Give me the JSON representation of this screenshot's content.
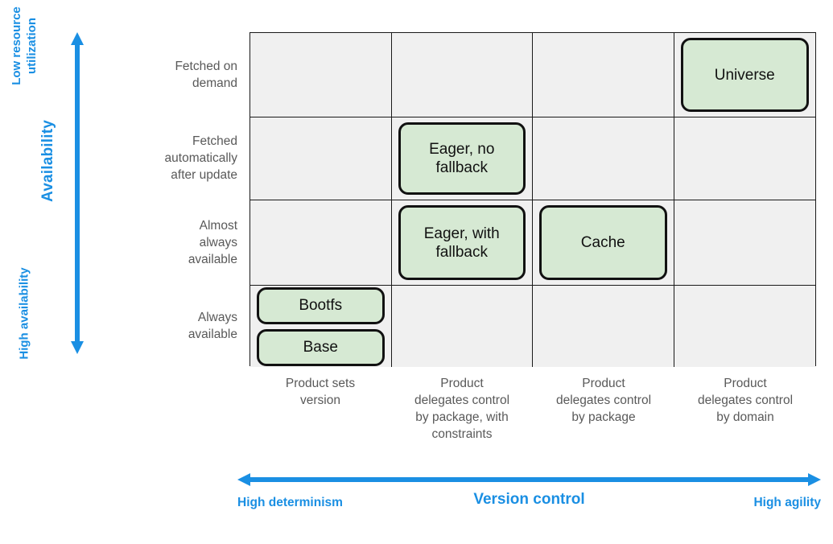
{
  "colors": {
    "accent_blue": "#1a8fe3",
    "node_fill": "#d6e9d3",
    "node_border": "#111111",
    "cell_fill": "#f0f0f0",
    "grid_border": "#1a1a1a",
    "label_gray": "#595959"
  },
  "y_axis": {
    "title": "Availability",
    "top_label_line1": "Low resource",
    "top_label_line2": "utilization",
    "bottom_label_line1": "High",
    "bottom_label_line2": "availability",
    "arrow": "double-headed-vertical-arrow"
  },
  "x_axis": {
    "title": "Version control",
    "left_label": "High determinism",
    "right_label": "High agility",
    "arrow": "double-headed-horizontal-arrow"
  },
  "rows": [
    {
      "line1": "Fetched on",
      "line2": "demand",
      "line3": ""
    },
    {
      "line1": "Fetched",
      "line2": "automatically",
      "line3": "after update"
    },
    {
      "line1": "Almost",
      "line2": "always",
      "line3": "available"
    },
    {
      "line1": "Always",
      "line2": "available",
      "line3": ""
    }
  ],
  "columns": [
    {
      "line1": "Product sets",
      "line2": "version",
      "line3": "",
      "line4": ""
    },
    {
      "line1": "Product",
      "line2": "delegates control",
      "line3": "by package, with",
      "line4": "constraints"
    },
    {
      "line1": "Product",
      "line2": "delegates control",
      "line3": "by package",
      "line4": ""
    },
    {
      "line1": "Product",
      "line2": "delegates control",
      "line3": "by domain",
      "line4": ""
    }
  ],
  "nodes": {
    "universe": {
      "line1": "Universe",
      "line2": "",
      "row": 0,
      "col": 3
    },
    "eager_no_fallback": {
      "line1": "Eager, no",
      "line2": "fallback",
      "row": 1,
      "col": 1
    },
    "eager_with_fallback": {
      "line1": "Eager, with",
      "line2": "fallback",
      "row": 2,
      "col": 1
    },
    "cache": {
      "line1": "Cache",
      "line2": "",
      "row": 2,
      "col": 2
    },
    "bootfs": {
      "line1": "Bootfs",
      "line2": "",
      "row": 3,
      "col": 0
    },
    "base": {
      "line1": "Base",
      "line2": "",
      "row": 3,
      "col": 0
    }
  },
  "chart_data": {
    "type": "table",
    "title": "Availability vs Version control positioning matrix",
    "xlabel": "Version control",
    "ylabel": "Availability",
    "x_axis_endpoints": [
      "High determinism",
      "High agility"
    ],
    "y_axis_endpoints": [
      "High availability",
      "Low resource utilization"
    ],
    "categories": [
      "Product sets version",
      "Product delegates control by package, with constraints",
      "Product delegates control by package",
      "Product delegates control by domain"
    ],
    "row_categories": [
      "Fetched on demand",
      "Fetched automatically after update",
      "Almost always available",
      "Always available"
    ],
    "cells": [
      {
        "row": "Fetched on demand",
        "column": "Product delegates control by domain",
        "items": [
          "Universe"
        ]
      },
      {
        "row": "Fetched automatically after update",
        "column": "Product delegates control by package, with constraints",
        "items": [
          "Eager, no fallback"
        ]
      },
      {
        "row": "Almost always available",
        "column": "Product delegates control by package, with constraints",
        "items": [
          "Eager, with fallback"
        ]
      },
      {
        "row": "Almost always available",
        "column": "Product delegates control by package",
        "items": [
          "Cache"
        ]
      },
      {
        "row": "Always available",
        "column": "Product sets version",
        "items": [
          "Bootfs",
          "Base"
        ]
      }
    ],
    "grid": true,
    "legend": "none"
  }
}
